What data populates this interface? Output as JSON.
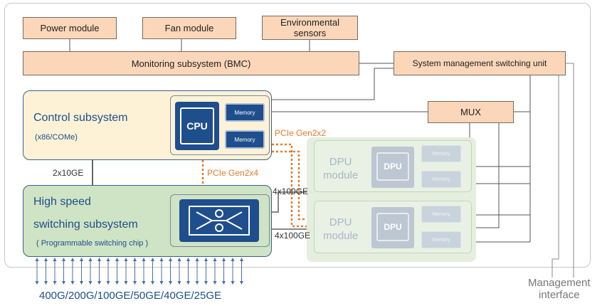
{
  "boxes": {
    "power": "Power module",
    "fan": "Fan module",
    "env": "Environmental sensors",
    "bmc": "Monitoring subsystem (BMC)",
    "sysmgmt": "System management switching unit",
    "mux": "MUX"
  },
  "control": {
    "title": "Control subsystem",
    "sub": "(x86/COMe)",
    "cpu": "CPU",
    "mem1": "Memory",
    "mem2": "Memory"
  },
  "highspeed": {
    "title1": "High speed",
    "title2": "switching subsystem",
    "sub": "( Programmable switching chip )"
  },
  "dpu1": {
    "label1": "DPU",
    "label2": "module",
    "chip": "DPU",
    "mem1": "Memory",
    "mem2": "Memory"
  },
  "dpu2": {
    "label1": "DPU",
    "label2": "module",
    "chip": "DPU",
    "mem1": "Memory",
    "mem2": "Memory"
  },
  "links": {
    "ge2x10": "2x10GE",
    "pcie_gen2x2": "PCIe Gen2x2",
    "pcie_gen2x4": "PCIe Gen2x4",
    "x100ge_1": "4x100GE",
    "x100ge_2": "4x100GE"
  },
  "ports_label": "400G/200G/100GE/50GE/40GE/25GE",
  "mgmt_label1": "Management",
  "mgmt_label2": "interface",
  "colors": {
    "peach": "#fbd6b9",
    "blue": "#1f4e8c",
    "orange": "#e27b2e",
    "green": "#cfe4c4",
    "cream": "#fdf2d6"
  }
}
